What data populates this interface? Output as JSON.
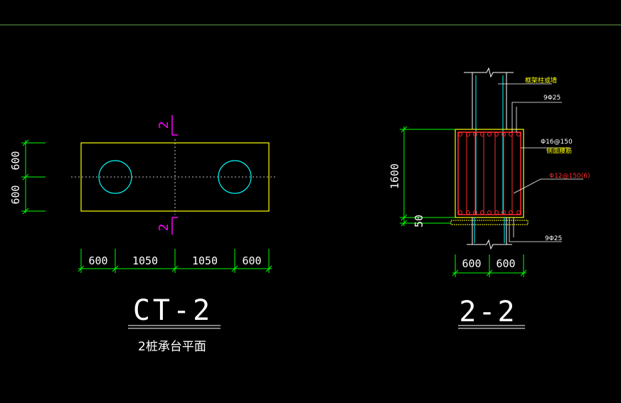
{
  "colors": {
    "background": "#000000",
    "yellow": "#ffff00",
    "green": "#00ff00",
    "cyan": "#00ffff",
    "white": "#ffffff",
    "magenta": "#ff00ff",
    "red": "#ff2a2a",
    "top_border": "#6aa84f"
  },
  "plan": {
    "section_mark_top": "2",
    "section_mark_bottom": "2",
    "left_dims": [
      "600",
      "600"
    ],
    "bottom_dims": [
      "600",
      "1050",
      "1050",
      "600"
    ],
    "title": "CT-2",
    "subtitle": "2桩承台平面"
  },
  "section": {
    "title": "2-2",
    "height_dim": "1600",
    "cover_dim": "50",
    "bottom_dims": [
      "600",
      "600"
    ],
    "labels": {
      "column_wall": "框架柱或墙",
      "top_rebar": "9Φ25",
      "side_rebar_1": "Φ16@150",
      "side_rebar_2": "侧面腰筋",
      "stirrup": "Φ12@150(6)",
      "bottom_rebar": "9Φ25"
    }
  }
}
